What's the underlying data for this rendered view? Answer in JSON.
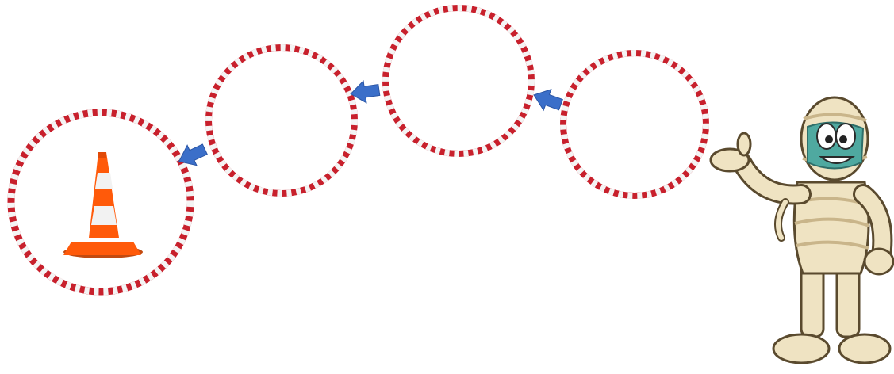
{
  "scene": {
    "rings": [
      {
        "id": "ring-1",
        "contents": "traffic-cone"
      },
      {
        "id": "ring-2",
        "contents": "empty"
      },
      {
        "id": "ring-3",
        "contents": "empty"
      },
      {
        "id": "ring-4",
        "contents": "empty"
      }
    ],
    "arrows": [
      {
        "id": "arrow-1",
        "direction": "left"
      },
      {
        "id": "arrow-2",
        "direction": "left"
      },
      {
        "id": "arrow-3",
        "direction": "left"
      }
    ],
    "character": "mummy-cartoon-pointing",
    "colors": {
      "ring_red": "#c8202c",
      "ring_white": "#f4f4f4",
      "arrow_blue": "#3b6fc9",
      "cone_orange": "#ff5a0a",
      "cone_stripe": "#f2f2f2",
      "bandage": "#efe3c2",
      "bandage_shade": "#c9b58a",
      "mummy_face": "#4fa9a0"
    }
  }
}
